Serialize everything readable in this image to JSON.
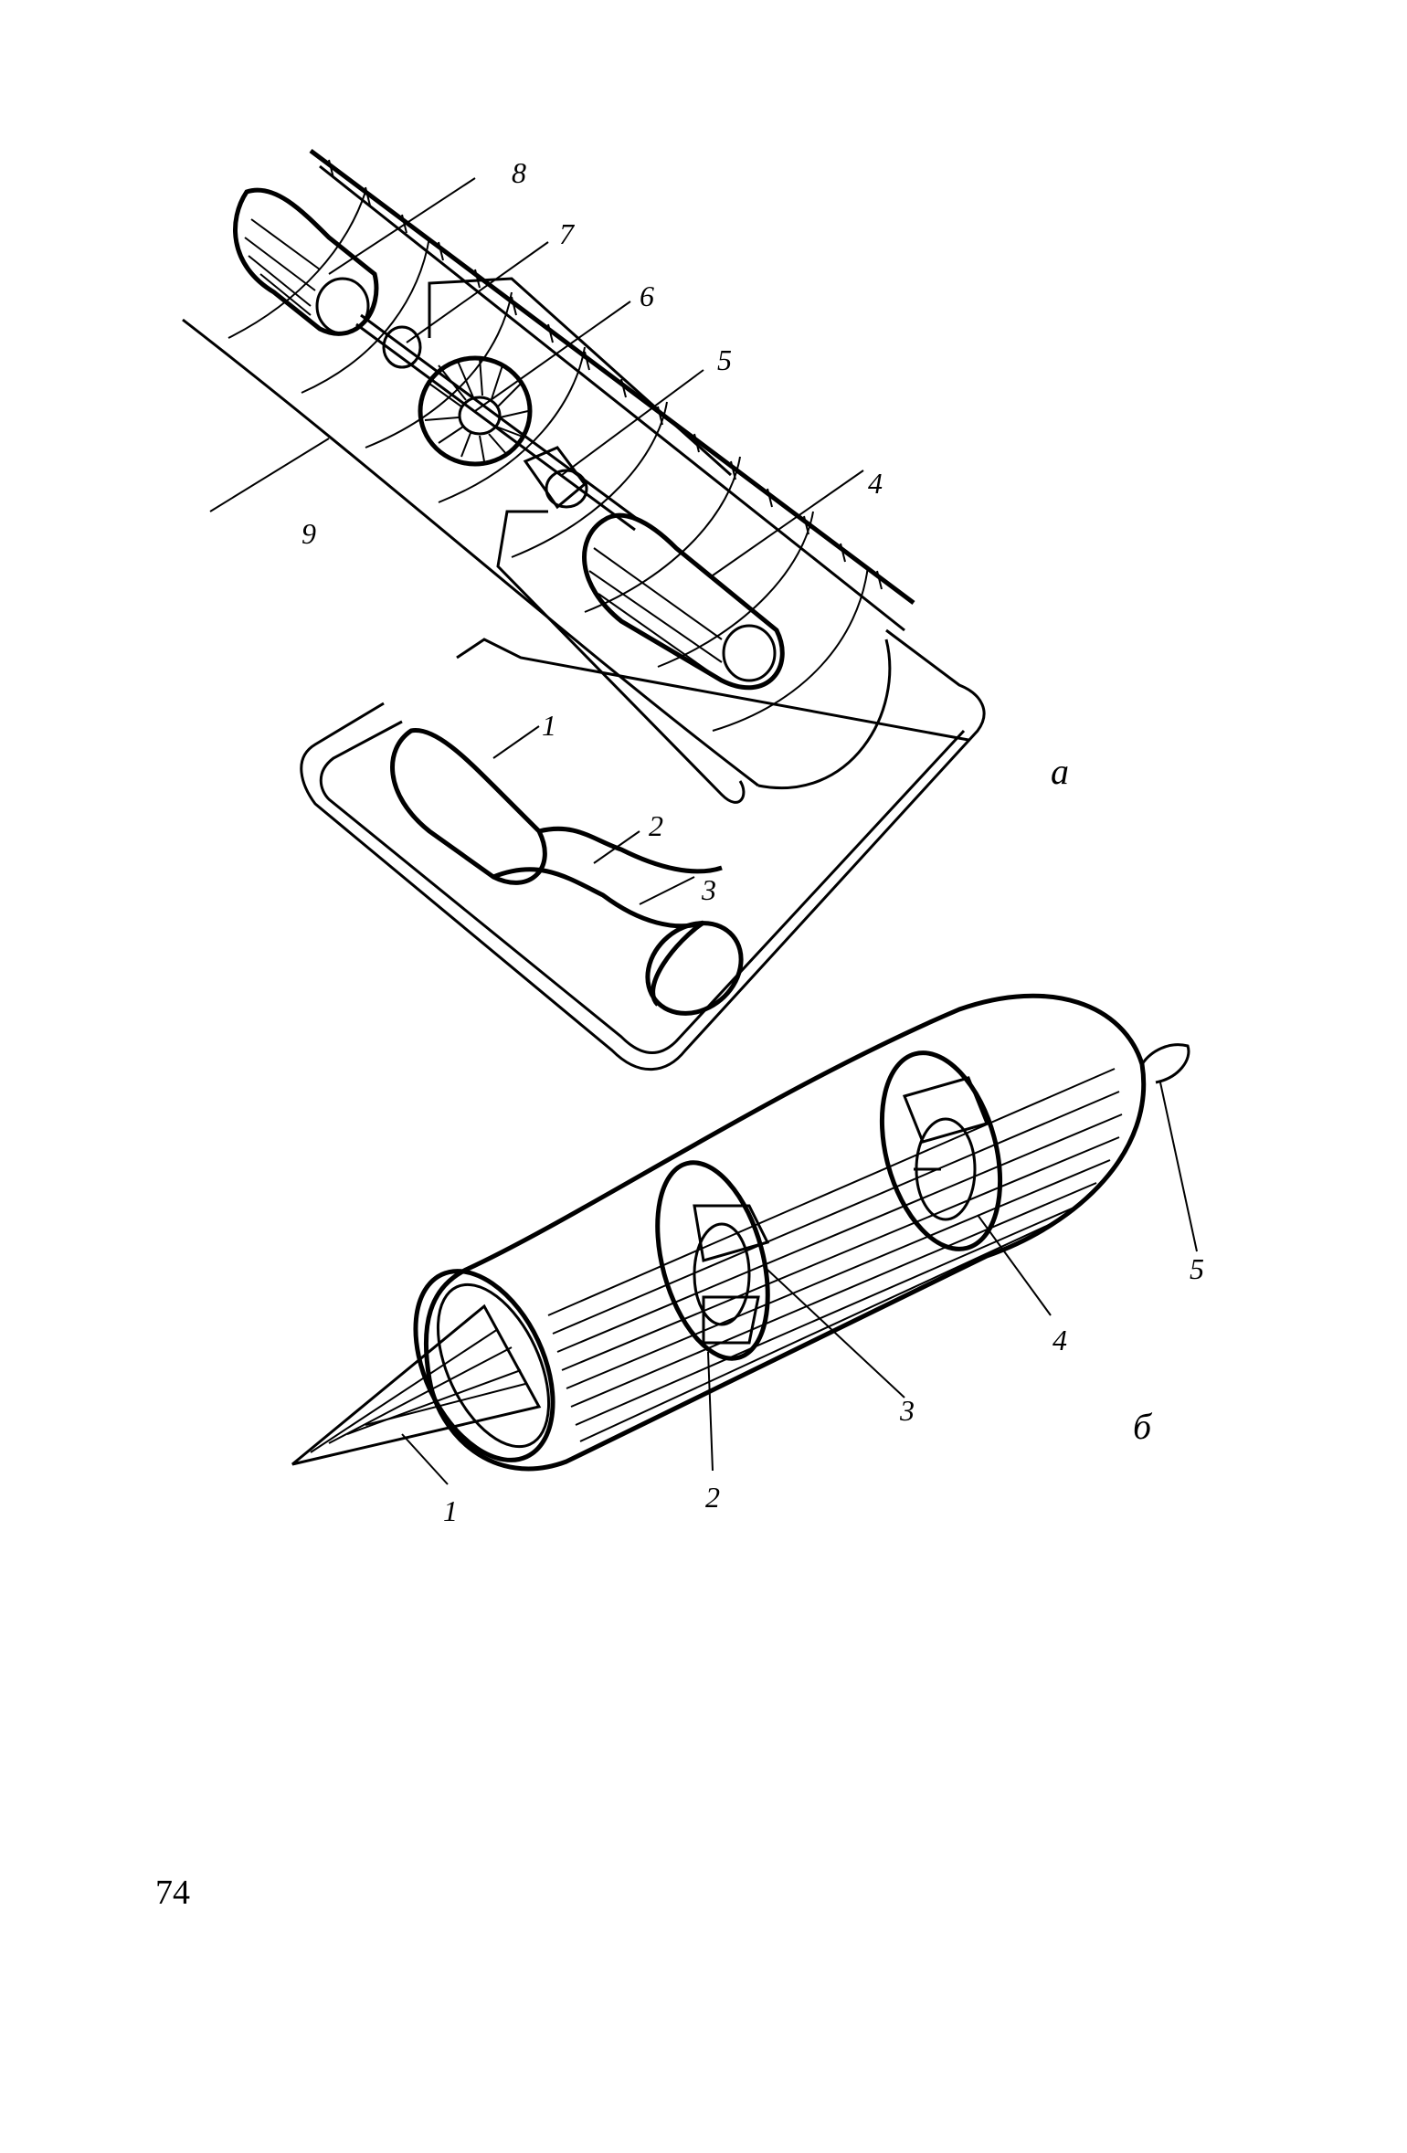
{
  "figure_a": {
    "subfigure_label": "а",
    "callouts": [
      "1",
      "2",
      "3",
      "4",
      "5",
      "6",
      "7",
      "8",
      "9"
    ]
  },
  "figure_b": {
    "subfigure_label": "б",
    "callouts": [
      "1",
      "2",
      "3",
      "4",
      "5"
    ]
  },
  "page_number": "74"
}
